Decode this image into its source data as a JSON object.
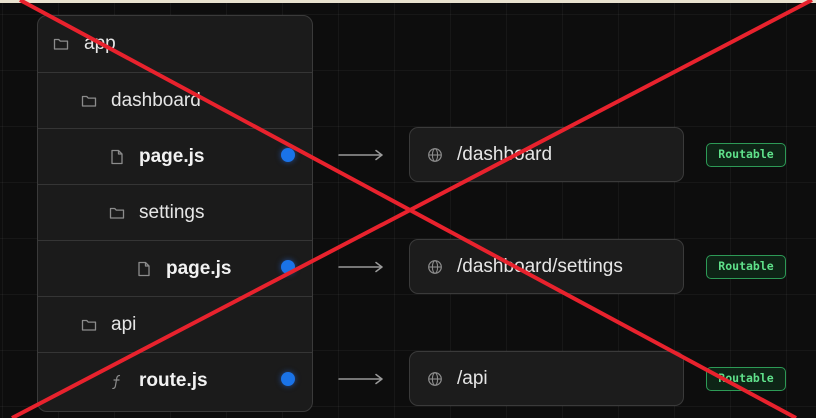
{
  "tree": {
    "items": [
      {
        "label": "app",
        "icon": "folder-icon"
      },
      {
        "label": "dashboard",
        "icon": "folder-icon"
      },
      {
        "label": "page.js",
        "icon": "file-icon"
      },
      {
        "label": "settings",
        "icon": "folder-icon"
      },
      {
        "label": "page.js",
        "icon": "file-icon"
      },
      {
        "label": "api",
        "icon": "folder-icon"
      },
      {
        "label": "route.js",
        "icon": "function-icon"
      }
    ]
  },
  "routes": [
    {
      "path": "/dashboard",
      "badge": "Routable"
    },
    {
      "path": "/dashboard/settings",
      "badge": "Routable"
    },
    {
      "path": "/api",
      "badge": "Routable"
    }
  ],
  "colors": {
    "dot": "#1a73e8",
    "badge_border": "#2d9a56",
    "badge_text": "#5fe08a",
    "cross": "#e8222d"
  }
}
